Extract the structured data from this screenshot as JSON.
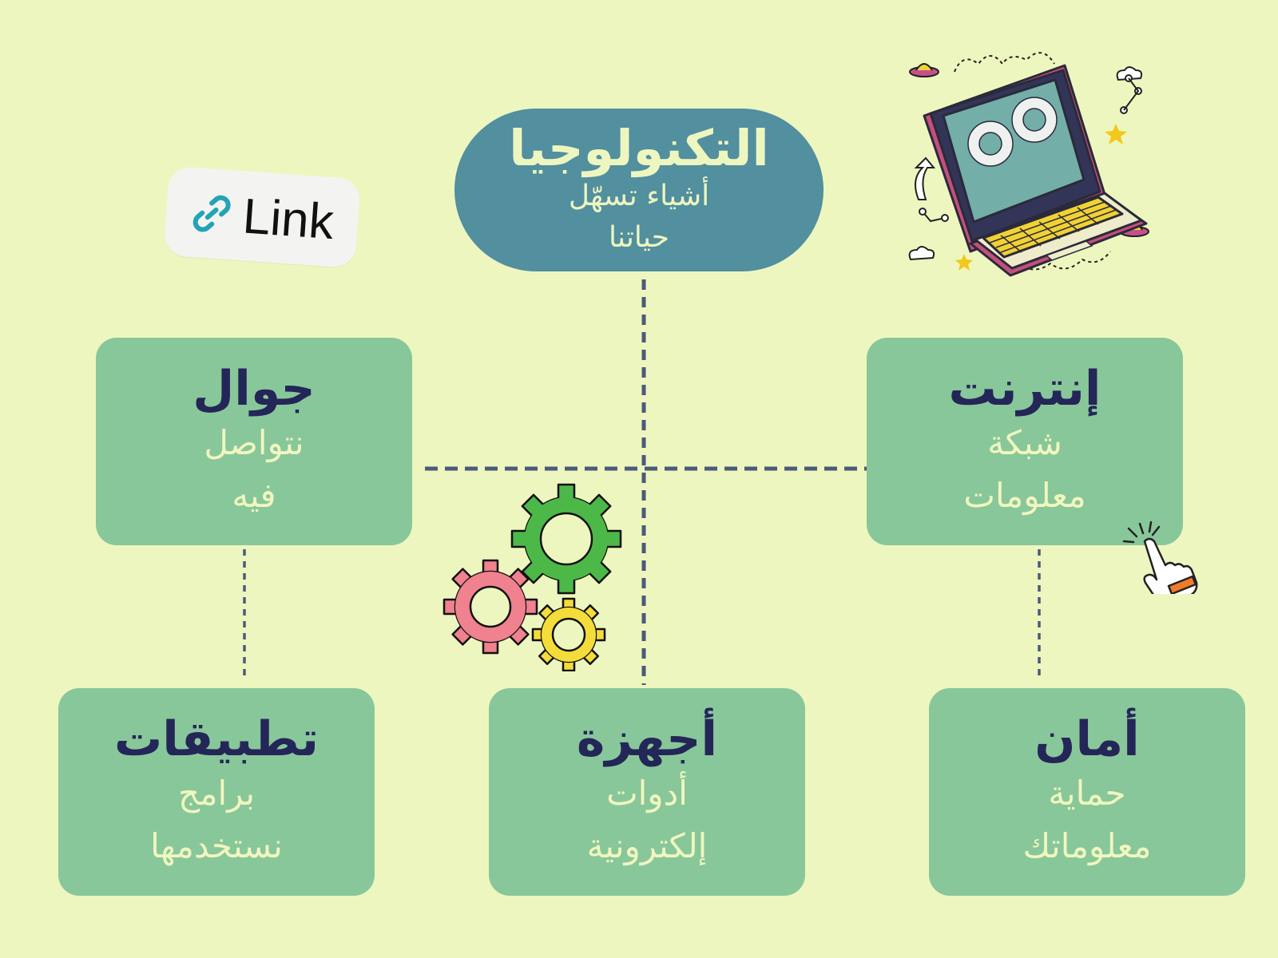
{
  "root": {
    "title": "التكنولوجيا",
    "subtitle": "أشياء تسهّل حياتنا"
  },
  "nodes": {
    "mobile": {
      "title": "جوال",
      "sub1": "نتواصل",
      "sub2": "فيه"
    },
    "internet": {
      "title": "إنترنت",
      "sub1": "شبكة",
      "sub2": "معلومات"
    },
    "apps": {
      "title": "تطبيقات",
      "sub1": "برامج",
      "sub2": "نستخدمها"
    },
    "devices": {
      "title": "أجهزة",
      "sub1": "أدوات",
      "sub2": "إلكترونية"
    },
    "security": {
      "title": "أمان",
      "sub1": "حماية",
      "sub2": "معلوماتك"
    }
  },
  "link_chip": {
    "label": "Link",
    "icon": "link-icon"
  },
  "icons": [
    "gears-icon",
    "laptop-icon",
    "pointer-hand-icon"
  ],
  "colors": {
    "background": "#eef6bf",
    "root_fill": "#528f9f",
    "node_fill": "#88c79a",
    "title_text": "#242658",
    "subtitle_text": "#f1f6bf",
    "connector": "#4a5b7a"
  }
}
